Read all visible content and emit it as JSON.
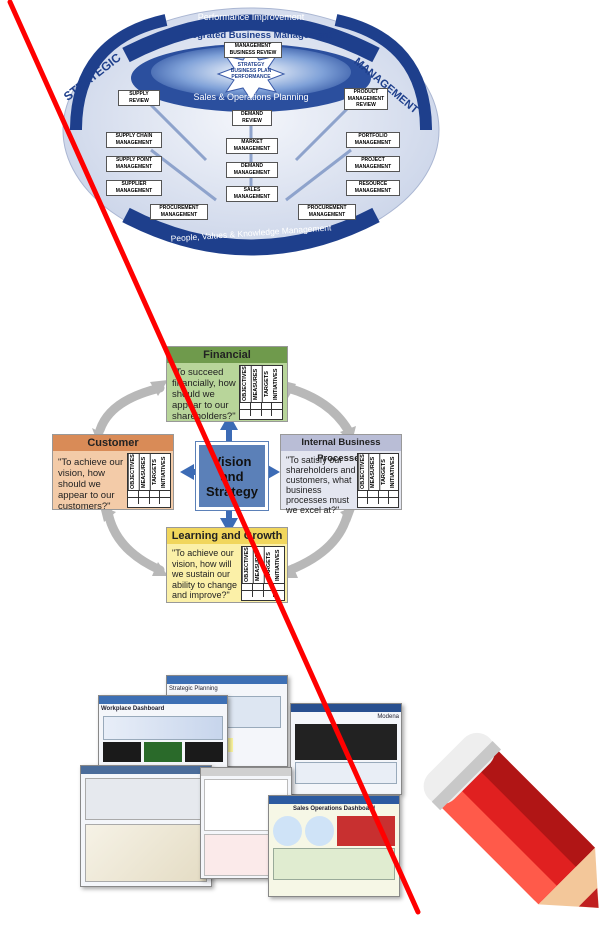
{
  "ibm_diagram": {
    "top_arc": "Performance Improvement",
    "integrated": "Integrated Business Management",
    "left_label": "STRATEGIC",
    "right_label": "MANAGEMENT",
    "bottom_arc": "People, Values & Knowledge Management",
    "center_band": "Sales & Operations Planning",
    "core_line1": "STRATEGY",
    "core_line2": "BUSINESS PLAN",
    "core_line3": "PERFORMANCE",
    "boxes": {
      "management_business_review": "MANAGEMENT BUSINESS REVIEW",
      "supply_review": "SUPPLY REVIEW",
      "product_management_review": "PRODUCT MANAGEMENT REVIEW",
      "demand_review": "DEMAND REVIEW",
      "supply_chain_management": "SUPPLY CHAIN MANAGEMENT",
      "supply_point_management": "SUPPLY POINT MANAGEMENT",
      "supplier_management": "SUPPLIER MANAGEMENT",
      "market_management": "MARKET MANAGEMENT",
      "demand_management": "DEMAND MANAGEMENT",
      "sales_management": "SALES MANAGEMENT",
      "portfolio_management": "PORTFOLIO MANAGEMENT",
      "project_management": "PROJECT MANAGEMENT",
      "resource_management": "RESOURCE MANAGEMENT",
      "procurement_left": "PROCUREMENT MANAGEMENT",
      "procurement_right": "PROCUREMENT MANAGEMENT"
    }
  },
  "bsc": {
    "financial": {
      "title": "Financial",
      "question": "\"To succeed financially, how should we appear to our shareholders?\""
    },
    "customer": {
      "title": "Customer",
      "question": "\"To achieve our vision, how should we appear to our customers?\""
    },
    "internal": {
      "title": "Internal Business Processes",
      "question": "\"To satisfy our shareholders and customers, what business processes must we excel at?\""
    },
    "learning": {
      "title": "Learning and Growth",
      "question": "\"To achieve our vision, how will we sustain our ability to change and improve?\""
    },
    "vision_line1": "Vision",
    "vision_line2": "and",
    "vision_line3": "Strategy",
    "table_cols": [
      "OBJECTIVES",
      "MEASURES",
      "TARGETS",
      "INITIATIVES"
    ]
  },
  "collage": {
    "shot_titles": [
      "Workplace Dashboard",
      "Sales Operations Dashboard",
      "Strategic Planning",
      "Modena"
    ]
  },
  "colors": {
    "slash": "#ff0000",
    "financial_fill": "#b8d59a",
    "financial_title": "#6f9a4c",
    "customer_fill": "#f3cba8",
    "customer_title": "#d98b57",
    "internal_fill": "#e4e6f0",
    "internal_title": "#b9bdd6",
    "learning_fill": "#fbf0a8",
    "learning_title": "#f1d65c",
    "vision": "#5b80b8",
    "arc_blue": "#1e3f8c"
  },
  "icons": [
    "pencil-icon"
  ]
}
